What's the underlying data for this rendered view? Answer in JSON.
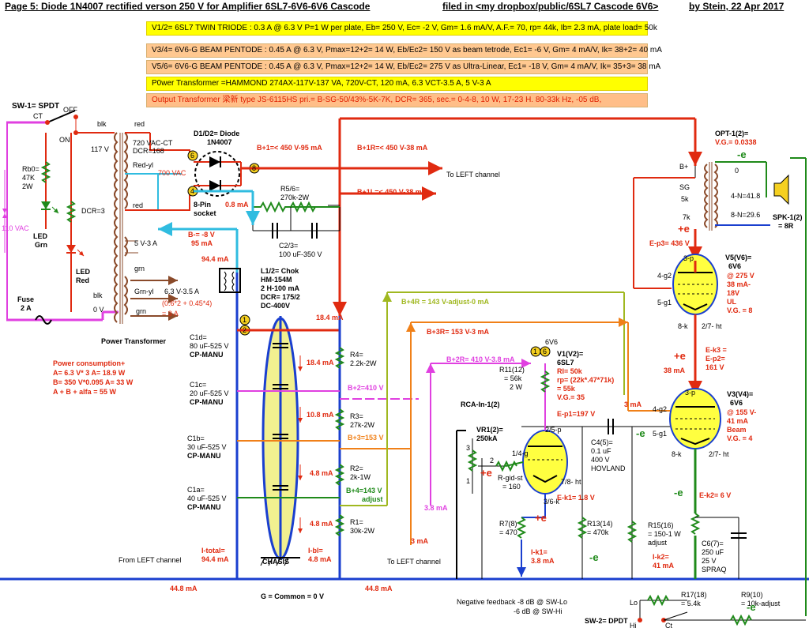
{
  "header": {
    "page": "Page 5: Diode 1N4007 rectified verson 250 V for Amplifier 6SL7-6V6-6V6 Cascode",
    "filed": "filed in <my dropbox/public/6SL7 Cascode 6V6>",
    "author": "by Stein,  22 Apr 2017"
  },
  "specs": [
    "V1/2= 6SL7  TWIN TRIODE : 0.3 A @ 6.3 V P=1 W per plate, Eb= 250 V, Ec= -2 V, Gm= 1.6 mA/V, A.F.= 70, rp= 44k, Ib= 2.3 mA, plate load= 50k",
    "V3/4= 6V6-G BEAM PENTODE : 0.45 A @ 6.3 V, Pmax=12+2= 14 W, Eb/Ec2= 150 V as beam tetrode, Ec1= -6 V, Gm= 4 mA/V, Ik= 38+2= 40 mA",
    "V5/6= 6V6-G BEAM PENTODE : 0.45 A @ 6.3 V, Pmax=12+2= 14 W, Eb/Ec2= 275 V as Ultra-Linear, Ec1= -18 V, Gm= 4 mA/V, Ik= 35+3= 38 mA",
    "P0wer Transformer =HAMMOND 274AX-117V-137 VA, 720V-CT, 120 mA, 6.3 VCT-3.5 A, 5 V-3 A",
    "Output Transformer 梁新 type JS-6115HS pri.= B-SG-50/43%-5K-7K, DCR= 365,  sec.= 0-4-8, 10 W, 17-23 H. 80-33k Hz, -05 dB,"
  ],
  "labels": {
    "sw1": "SW-1= SPDT",
    "ct": "CT",
    "off": "OFF",
    "on": "ON",
    "rb0": [
      "Rb0=",
      "47K",
      "2W"
    ],
    "vac110": "110 VAC",
    "ledg": [
      "LED",
      "Grn"
    ],
    "ledr": [
      "LED",
      "Red"
    ],
    "fuse": [
      "Fuse",
      "2 A"
    ],
    "blk": "blk",
    "v117": "117 V",
    "dcr3": "DCR=3",
    "blk2": "blk",
    "v0": "0 V",
    "red1": "red",
    "redyl": "Red-yl",
    "red2": "red",
    "vct": [
      "720 VAC-CT",
      "DCR=168"
    ],
    "vac700": "700 VAC",
    "v5": "5 V-3 A",
    "grn1": "grn",
    "grnyl": "Grn-yl",
    "v63": "6.3 V-3.5 A",
    "grn2": "grn",
    "heat": [
      "(0.6*2 + 0.45*4)",
      "= 3 A"
    ],
    "ptrans": "Power Transformer",
    "pcons": [
      "Power consumption+",
      "A= 6.3 V* 3 A= 18.9 W",
      "B= 350 V*0.095 A= 33 W",
      "A + B + alfa = 55 W"
    ],
    "d12": [
      "D1/D2= Diode",
      "1N4007"
    ],
    "pin8": [
      "8-Pin",
      "socket"
    ],
    "p6": "6",
    "p4": "4",
    "p8": "8",
    "bp1": "B+1=< 450 V-95 mA",
    "bp1r": "B+1R=< 450 V-38 mA",
    "left1": "To LEFT channel",
    "bp1l": "B+1L=< 450 V-38 mA",
    "r56": [
      "R5/6=",
      "270k-2W"
    ],
    "ma08": "0.8 mA",
    "c23": [
      "C2/3=",
      "100 uF-350 V"
    ],
    "bminus": [
      "B-= -8 V",
      "95 mA"
    ],
    "ma944": "94.4 mA",
    "l12": [
      "L1/2= Chok",
      "HM-154M",
      "2 H-100 mA",
      "DCR= 175/2",
      "DC-400V"
    ],
    "p1": "1",
    "p2": "2",
    "ma184": "18.4 mA",
    "c1d": [
      "C1d=",
      "80 uF-525 V",
      "CP-MANU"
    ],
    "c1c": [
      "C1c=",
      "20 uF-525 V",
      "CP-MANU"
    ],
    "c1b": [
      "C1b=",
      "30 uF-525 V",
      "CP-MANU"
    ],
    "c1a": [
      "C1a=",
      "40 uF-525 V",
      "CP-MANU"
    ],
    "ma184b": "18.4 mA",
    "ma108": "10.8 mA",
    "ma48a": "4.8 mA",
    "ma48b": "4.8 mA",
    "r4": [
      "R4=",
      "2.2k-2W"
    ],
    "bp2": "B+2=410 V",
    "r3": [
      "R3=",
      "27k-2W"
    ],
    "bp3": "B+3=153 V",
    "r2": [
      "R2=",
      "2k-1W"
    ],
    "bp4": [
      "B+4=143 V",
      "adjust"
    ],
    "r1": [
      "R1=",
      "30k-2W"
    ],
    "itot": [
      "I-total=",
      "94.4 mA"
    ],
    "ibl": [
      "I-bl=",
      "4.8 mA"
    ],
    "chasis": "CHASIS",
    "fromleft": "From LEFT channel",
    "ma448a": "44.8 mA",
    "ma448b": "44.8 mA",
    "common": "G = Common = 0 V",
    "toleft2": "To LEFT channel",
    "ma3a": "3 mA",
    "ma38": "3.8 mA",
    "bp4r": "B+4R = 143 V-adjust-0 mA",
    "bp3r": "B+3R= 153 V-3 mA",
    "bp2r": "B+2R= 410 V-3.8 mA",
    "opt": [
      "OPT-1(2)=",
      "V.G.= 0.0338"
    ],
    "bplus": "B+",
    "sg": "SG",
    "k5": "5k",
    "k7": "7k",
    "o0": "0",
    "n4": "4-N=41.8",
    "n8": "8-N=29.6",
    "spk": [
      "SPK-1(2)",
      "= 8R"
    ],
    "ep3": "E-p3= 436 V",
    "v56": [
      "V5(V6)=",
      "6V6",
      "@ 275 V",
      "38 mA-",
      "18V",
      "UL",
      "V.G. = 8"
    ],
    "p3": "3-p",
    "g42": "4-g2",
    "g51": "5-g1",
    "k8": "8-k",
    "ht": "2/7- ht",
    "ek3": [
      "E-k3 =",
      "E-p2=",
      "161 V"
    ],
    "ma38b": "38 mA",
    "v34": [
      "V3(V4)=",
      "6V6",
      "@ 155 V-",
      "41 mA",
      "Beam",
      "V.G. = 4"
    ],
    "p3b": "3-p",
    "g42b": "4-g2",
    "g51b": "5-g1",
    "k8b": "8-k",
    "htb": "2/7- ht",
    "ma3b": "3 mA",
    "v6v6": "6V6",
    "pin1": "1",
    "pin6": "6",
    "v12": [
      "V1(V2)=",
      "6SL7",
      "RI= 50k",
      "rp= (22k*.47*71k)",
      "= 55k",
      "V.G.= 35"
    ],
    "r11": [
      "R11(12)",
      "= 56k",
      "2 W"
    ],
    "ep1": "E-p1=197 V",
    "rca": "RCA-In-1(2)",
    "vr1": [
      "VR1(2)=",
      "250kA"
    ],
    "n3": "3",
    "n2": "2",
    "n1": "1",
    "c4": [
      "C4(5)=",
      "0.1 uF",
      "400 V",
      "HOVLAND"
    ],
    "p25": "2/5-p",
    "g14": "1/4-g",
    "ht78": "7/8- ht",
    "rgid": [
      "R-gid-st",
      "= 160"
    ],
    "k36": "3/6-k",
    "ek1": "E-k1= 1.8 V",
    "r7": [
      "R7(8)",
      "= 470"
    ],
    "ik1": [
      "I-k1=",
      "3.8 mA"
    ],
    "r13": [
      "R13(14)",
      "= 470k"
    ],
    "r15": [
      "R15(16)",
      "= 150-1 W",
      "adjust"
    ],
    "ik2": [
      "I-k2=",
      "41 mA"
    ],
    "ek2": "E-k2= 6 V",
    "c6": [
      "C6(7)=",
      "250 uF",
      "25 V",
      "SPRAQ"
    ],
    "nfb": [
      "Negative feedback -8 dB @ SW-Lo",
      "-6 dB @ SW-Hi"
    ],
    "sw2": "SW-2= DPDT",
    "lo": "Lo",
    "hi": "Hi",
    "ctsw": "Ct",
    "r17": [
      "R17(18)",
      "= 5.4k"
    ],
    "r9": [
      "R9(10)",
      "= 10k-adjust"
    ],
    "pe": "+e",
    "me": "-e"
  },
  "colors": {
    "red": "#e02a10",
    "blue": "#1a3fcf",
    "cyan": "#30bce0",
    "green": "#1f8a1a",
    "magenta": "#e040e0",
    "orange": "#f08018",
    "olive": "#a0b820",
    "brown": "#8a4a2a",
    "tube": "#ffff40",
    "chasis": "#f2f090",
    "label_red": "#e02a10"
  }
}
